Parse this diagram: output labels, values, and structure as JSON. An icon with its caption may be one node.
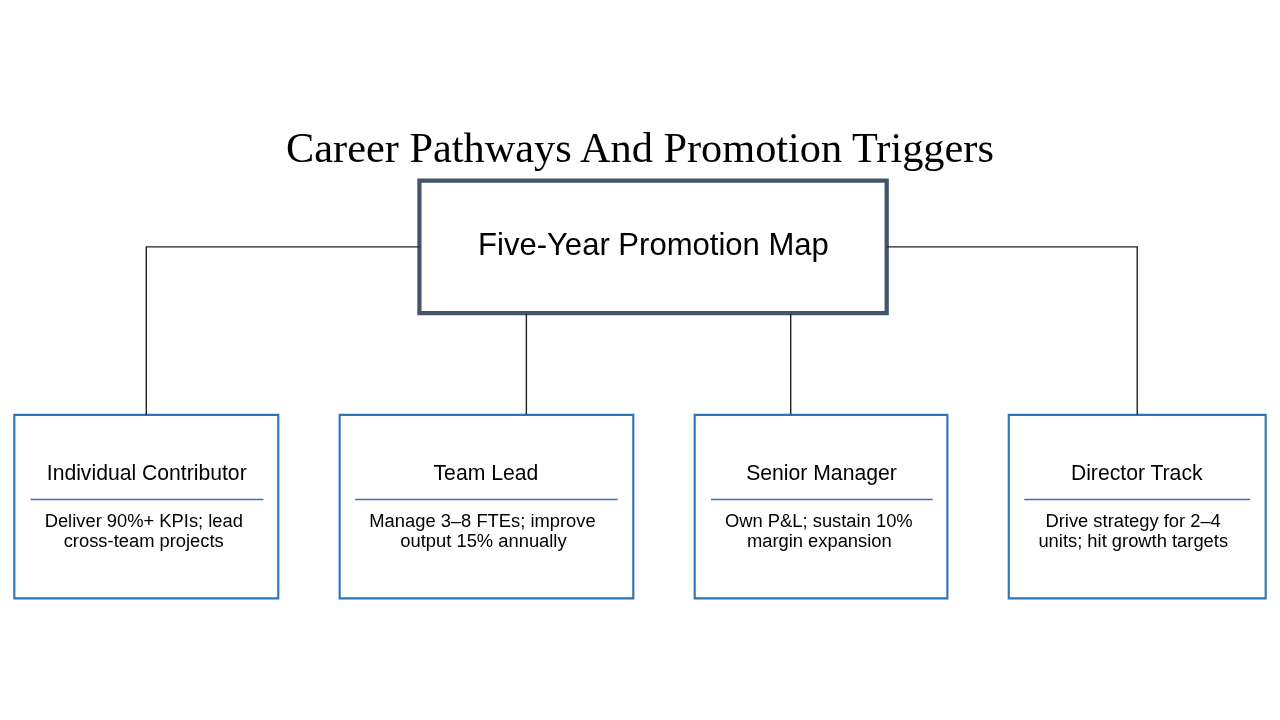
{
  "diagram": {
    "title": "Career Pathways And Promotion Triggers",
    "nodes": [
      {
        "text": [
          "Five-Year Promotion Map"
        ]
      },
      {
        "text": [
          "Individual Contributor",
          "Deliver 90%+ KPIs; lead cross-team projects"
        ]
      },
      {
        "text": [
          "Team Lead",
          "Manage 3–8 FTEs; improve output 15% annually"
        ]
      },
      {
        "text": [
          "Senior Manager",
          "Own P&L; sustain 10% margin expansion"
        ]
      },
      {
        "text": [
          "Director Track",
          "Drive strategy for 2–4 units; hit growth targets"
        ]
      }
    ],
    "edges": [
      {
        "from": 0,
        "to": 1,
        "arrow": "none"
      },
      {
        "from": 0,
        "to": 2,
        "arrow": "none"
      },
      {
        "from": 0,
        "to": 3,
        "arrow": "none"
      },
      {
        "from": 0,
        "to": 4,
        "arrow": "none"
      }
    ]
  }
}
